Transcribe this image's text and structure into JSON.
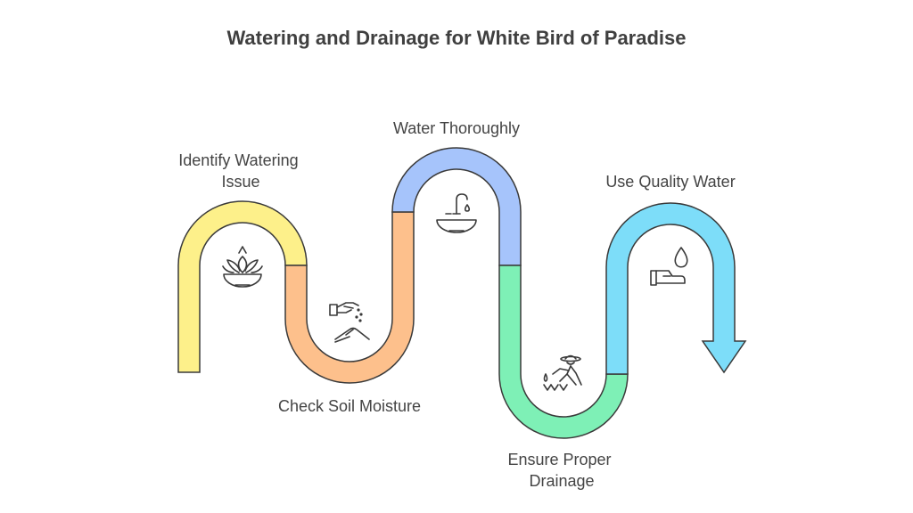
{
  "title": "Watering and Drainage for White Bird of Paradise",
  "steps": [
    {
      "label_lines": [
        "Identify Watering",
        "Issue"
      ],
      "color": "#FDF08A",
      "icon": "plant-bowl-icon"
    },
    {
      "label_lines": [
        "Check Soil Moisture"
      ],
      "color": "#FDC08C",
      "icon": "hand-sprinkling-soil-icon"
    },
    {
      "label_lines": [
        "Water Thoroughly"
      ],
      "color": "#A6C4FB",
      "icon": "faucet-basin-icon"
    },
    {
      "label_lines": [
        "Ensure Proper",
        "Drainage"
      ],
      "color": "#7EF0B6",
      "icon": "gardener-planting-icon"
    },
    {
      "label_lines": [
        "Use Quality Water"
      ],
      "color": "#7DDDF9",
      "icon": "water-drop-hand-icon"
    }
  ],
  "outline_color": "#3a3a3a"
}
